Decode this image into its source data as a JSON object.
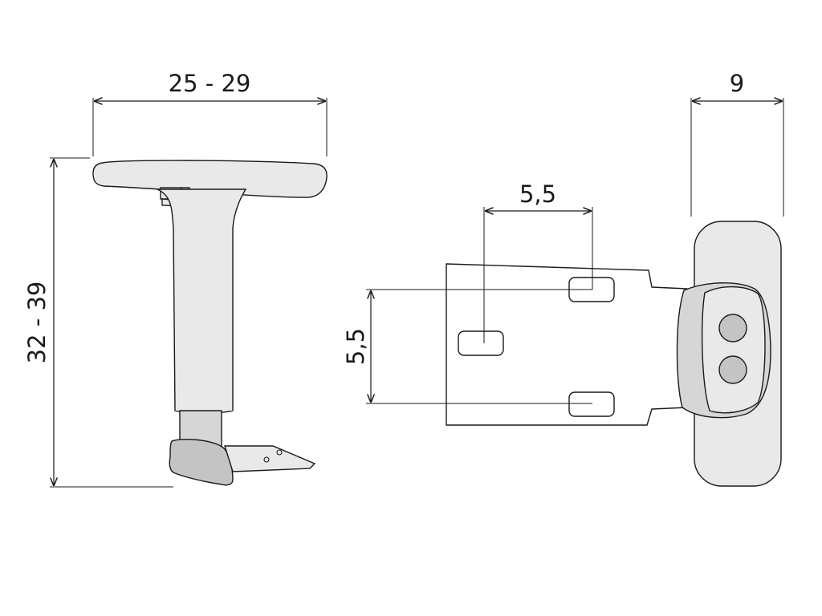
{
  "dimensions": {
    "armrest_width": "25 - 29",
    "height": "32 - 39",
    "mount_depth": "9",
    "hole_spacing_horizontal": "5,5",
    "hole_spacing_vertical": "5,5"
  },
  "colors": {
    "line": "#1a1a1a",
    "fill_light": "#e9e9e9",
    "fill_mid": "#d6d6d6",
    "fill_dark": "#c4c4c4"
  }
}
